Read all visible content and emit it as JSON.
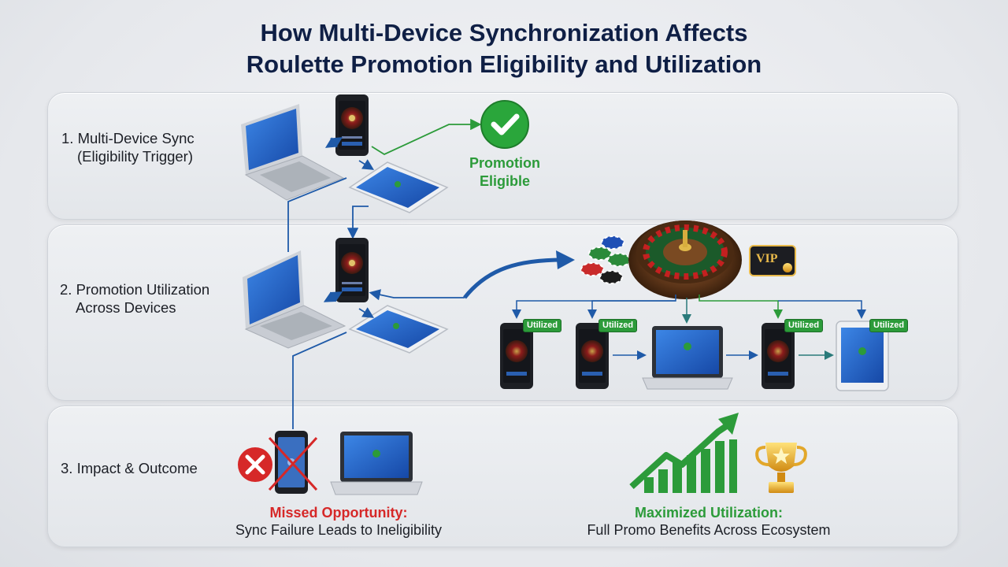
{
  "title": {
    "line1": "How Multi-Device Synchronization Affects",
    "line2": "Roulette Promotion Eligibility and Utilization"
  },
  "sections": [
    {
      "label_line1": "1. Multi-Device Sync",
      "label_line2": "(Eligibility Trigger)"
    },
    {
      "label_line1": "2. Promotion Utilization",
      "label_line2": "Across Devices"
    },
    {
      "label_line1": "3. Impact & Outcome",
      "label_line2": ""
    }
  ],
  "eligibility": {
    "line1": "Promotion",
    "line2": "Eligible"
  },
  "utilized_badge": "Utilized",
  "vip_card": "VIP",
  "outcomes": {
    "missed": {
      "heading": "Missed Opportunity:",
      "text": "Sync Failure Leads to Ineligibility"
    },
    "maximized": {
      "heading": "Maximized Utilization:",
      "text": "Full Promo Benefits Across Ecosystem"
    }
  },
  "colors": {
    "title": "#0f1f45",
    "success_green": "#2c9b3a",
    "fail_red": "#d62828",
    "arrow_blue": "#1f5aa8",
    "screen_blue": "#1e63c6"
  }
}
